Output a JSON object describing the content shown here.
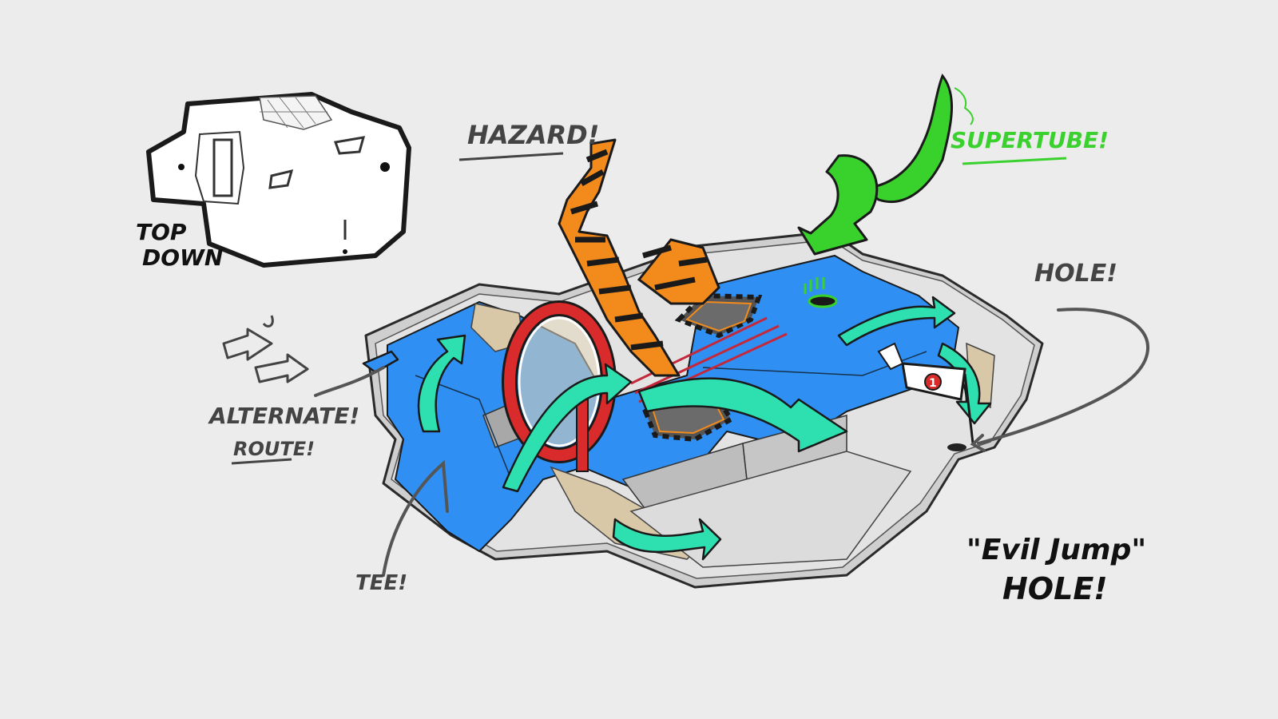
{
  "labels": {
    "top_down_line1": "TOP",
    "top_down_line2": "DOWN",
    "hazard": "HAZARD!",
    "supertube": "SUPERTUBE!",
    "hole": "HOLE!",
    "alternate_line1": "ALTERNATE!",
    "alternate_line2": "ROUTE!",
    "tee": "TEE!",
    "title_line1": "\"Evil Jump\"",
    "title_line2": "HOLE!",
    "flag_number": "1"
  },
  "colors": {
    "background": "#ececec",
    "water_blue": "#2f8ff2",
    "wall_gray": "#c9c9c9",
    "sand": "#d9c8a8",
    "teal_arrow": "#2ee0b0",
    "green_tube": "#39d12b",
    "hazard_orange": "#f28a1c",
    "ring_red": "#d92b2b",
    "flag_red": "#d92b2b"
  }
}
